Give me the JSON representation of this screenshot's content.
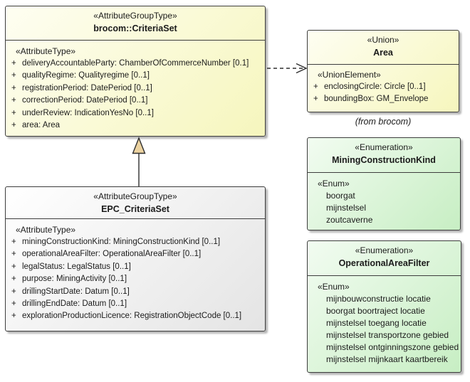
{
  "classes": {
    "brocom": {
      "stereotype": "«AttributeGroupType»",
      "name": "brocom::CriteriaSet",
      "section_label": "«AttributeType»",
      "attributes": [
        {
          "vis": "+",
          "text": "deliveryAccountableParty: ChamberOfCommerceNumber [0.1]"
        },
        {
          "vis": "+",
          "text": "qualityRegime: Qualityregime [0..1]"
        },
        {
          "vis": "+",
          "text": "registrationPeriod: DatePeriod [0..1]"
        },
        {
          "vis": "+",
          "text": "correctionPeriod: DatePeriod [0..1]"
        },
        {
          "vis": "+",
          "text": "underReview: IndicationYesNo [0..1]"
        },
        {
          "vis": "+",
          "text": "area: Area"
        }
      ]
    },
    "epc": {
      "stereotype": "«AttributeGroupType»",
      "name": "EPC_CriteriaSet",
      "section_label": "«AttributeType»",
      "attributes": [
        {
          "vis": "+",
          "text": "miningConstructionKind: MiningConstructionKind [0..1]"
        },
        {
          "vis": "+",
          "text": "operationalAreaFilter: OperationalAreaFilter [0..1]"
        },
        {
          "vis": "+",
          "text": "legalStatus: LegalStatus [0..1]"
        },
        {
          "vis": "+",
          "text": "purpose: MiningActivity [0..1]"
        },
        {
          "vis": "+",
          "text": "drillingStartDate: Datum [0..1]"
        },
        {
          "vis": "+",
          "text": "drillingEndDate: Datum [0..1]"
        },
        {
          "vis": "+",
          "text": "explorationProductionLicence: RegistrationObjectCode [0..1]"
        }
      ]
    },
    "area": {
      "stereotype": "«Union»",
      "name": "Area",
      "section_label": "«UnionElement»",
      "attributes": [
        {
          "vis": "+",
          "text": "enclosingCircle: Circle [0..1]"
        },
        {
          "vis": "+",
          "text": "boundingBox: GM_Envelope"
        }
      ],
      "origin_note": "(from brocom)"
    },
    "miningConstructionKind": {
      "stereotype": "«Enumeration»",
      "name": "MiningConstructionKind",
      "section_label": "«Enum»",
      "literals": [
        "boorgat",
        "mijnstelsel",
        "zoutcaverne"
      ]
    },
    "operationalAreaFilter": {
      "stereotype": "«Enumeration»",
      "name": "OperationalAreaFilter",
      "section_label": "«Enum»",
      "literals": [
        "mijnbouwconstructie locatie",
        "boorgat boortraject locatie",
        "mijnstelsel toegang locatie",
        "mijnstelsel transportzone gebied",
        "mijnstelsel ontginningszone gebied",
        "mijnstelsel mijnkaart kaartbereik"
      ]
    }
  },
  "relations": {
    "generalization": {
      "type": "generalization",
      "from": "EPC_CriteriaSet",
      "to": "brocom::CriteriaSet"
    },
    "dependency": {
      "type": "dependency",
      "from": "brocom::CriteriaSet",
      "to": "Area"
    }
  },
  "colors": {
    "class_fill_start": "#fefef2",
    "class_fill_end": "#f6f6bd",
    "enum_fill_start": "#f2fcf1",
    "enum_fill_end": "#c7eec3",
    "neutral_fill_start": "#ffffff",
    "neutral_fill_end": "#e4e4e4",
    "border": "#3d3d3d",
    "generalization_arrowhead": "#ebd2a0",
    "text": "#1b1b1b"
  }
}
